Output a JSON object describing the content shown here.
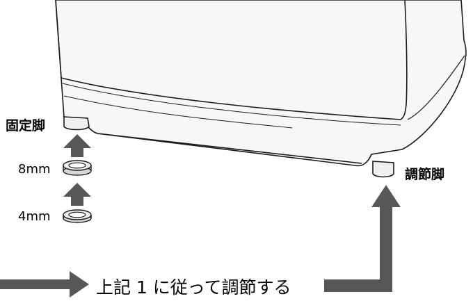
{
  "labels": {
    "fixed_foot": "固定脚",
    "adjust_foot": "調節脚",
    "spacer_8mm": "8mm",
    "spacer_4mm": "4mm",
    "instruction": "上記 1 に従って調節する"
  },
  "colors": {
    "arrow": "#575757",
    "outline": "#1a1a1a",
    "cabinet_fill": "#f7f7f7",
    "spacer_fill": "#e8e8e8"
  }
}
